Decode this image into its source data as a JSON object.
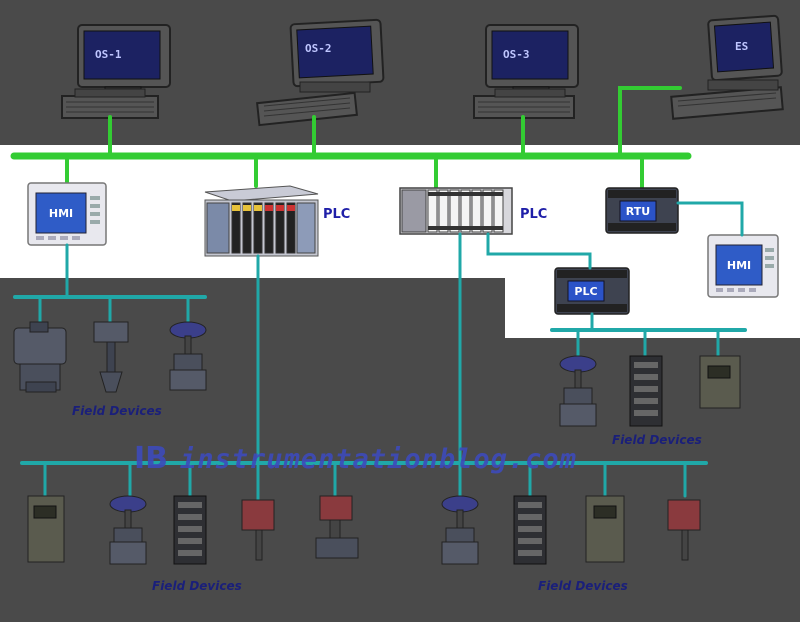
{
  "stations": {
    "os1": "OS-1",
    "os2": "OS-2",
    "os3": "OS-3",
    "es": "ES"
  },
  "controllers": {
    "hmi_left": "HMI",
    "plc_1": "PLC",
    "plc_2": "PLC",
    "rtu": "RTU",
    "hmi_right": "HMI",
    "plc_small": "PLC"
  },
  "field_labels": {
    "group_1": "Field Devices",
    "group_2": "Field Devices",
    "group_3": "Field Devices",
    "group_4": "Field Devices"
  },
  "watermark": {
    "logo": "IB",
    "text": "instrumentationblog.com"
  },
  "colors": {
    "background": "#4a4a4a",
    "control_band": "#ffffff",
    "ethernet_bus": "#33cc33",
    "fieldbus": "#20a8a8",
    "label_blue": "#1f1fa8"
  }
}
